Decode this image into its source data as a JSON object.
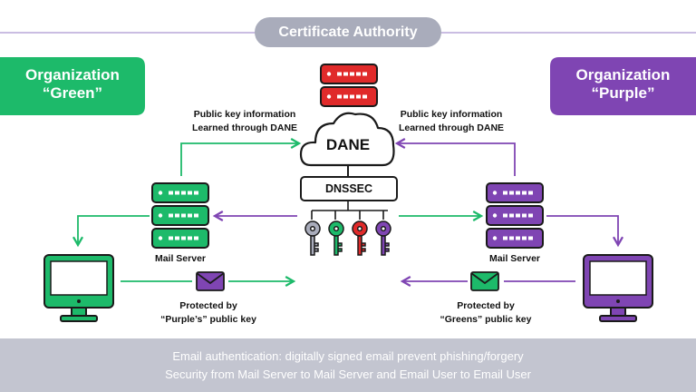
{
  "header": {
    "title": "Certificate Authority"
  },
  "organizations": {
    "green": {
      "line1": "Organization",
      "line2": "“Green”"
    },
    "purple": {
      "line1": "Organization",
      "line2": "“Purple”"
    }
  },
  "center": {
    "cloud_label": "DANE",
    "dnssec_label": "DNSSEC"
  },
  "left": {
    "dane_info_line1": "Public key information",
    "dane_info_line2": "Learned through DANE",
    "server_label": "Mail Server",
    "protected_line1": "Protected by",
    "protected_line2": "“Purple’s” public key"
  },
  "right": {
    "dane_info_line1": "Public key information",
    "dane_info_line2": "Learned through DANE",
    "server_label": "Mail Server",
    "protected_line1": "Protected by",
    "protected_line2": "“Greens” public key"
  },
  "footer": {
    "line1": "Email authentication: digitally signed email prevent phishing/forgery",
    "line2": "Security from Mail Server to Mail Server and Email User to Email User"
  },
  "colors": {
    "green": "#1dba6a",
    "purple": "#7f45b3",
    "red": "#e02a2a",
    "gray": "#a9acbb",
    "footer": "#c3c5d0"
  }
}
